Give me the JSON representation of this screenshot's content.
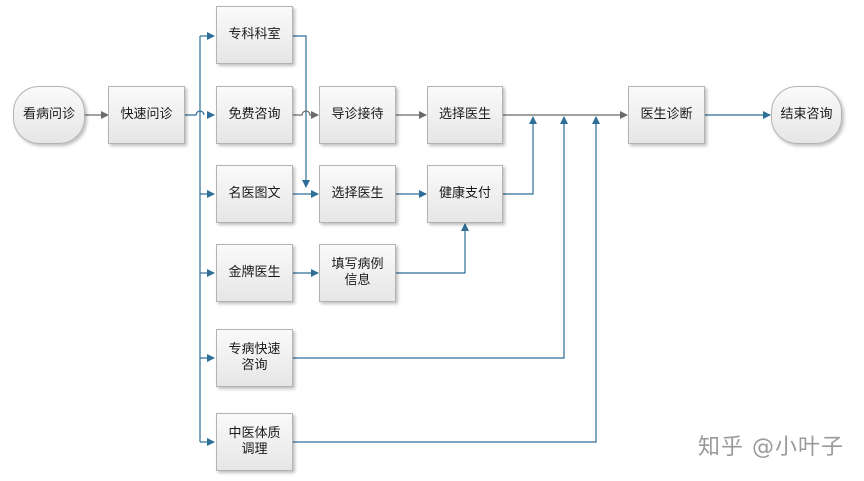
{
  "nodes": {
    "start": "看病问诊",
    "quick": "快速问诊",
    "specialty_dept": "专科科室",
    "free_consult": "免费咨询",
    "famous_text": "名医图文",
    "gold_doctor": "金牌医生",
    "specialty_quick": "专病快速\n咨询",
    "tcm": "中医体质\n调理",
    "guide_reception": "导诊接待",
    "choose_doc_top": "选择医生",
    "choose_doc_mid": "选择医生",
    "health_pay": "健康支付",
    "fill_case": "填写病例\n信息",
    "diagnose": "医生诊断",
    "end": "结束咨询"
  },
  "colors": {
    "arrow": "#2e6e97",
    "gray_arrow": "#6b6b6b"
  },
  "watermark": "知乎 @小叶子"
}
